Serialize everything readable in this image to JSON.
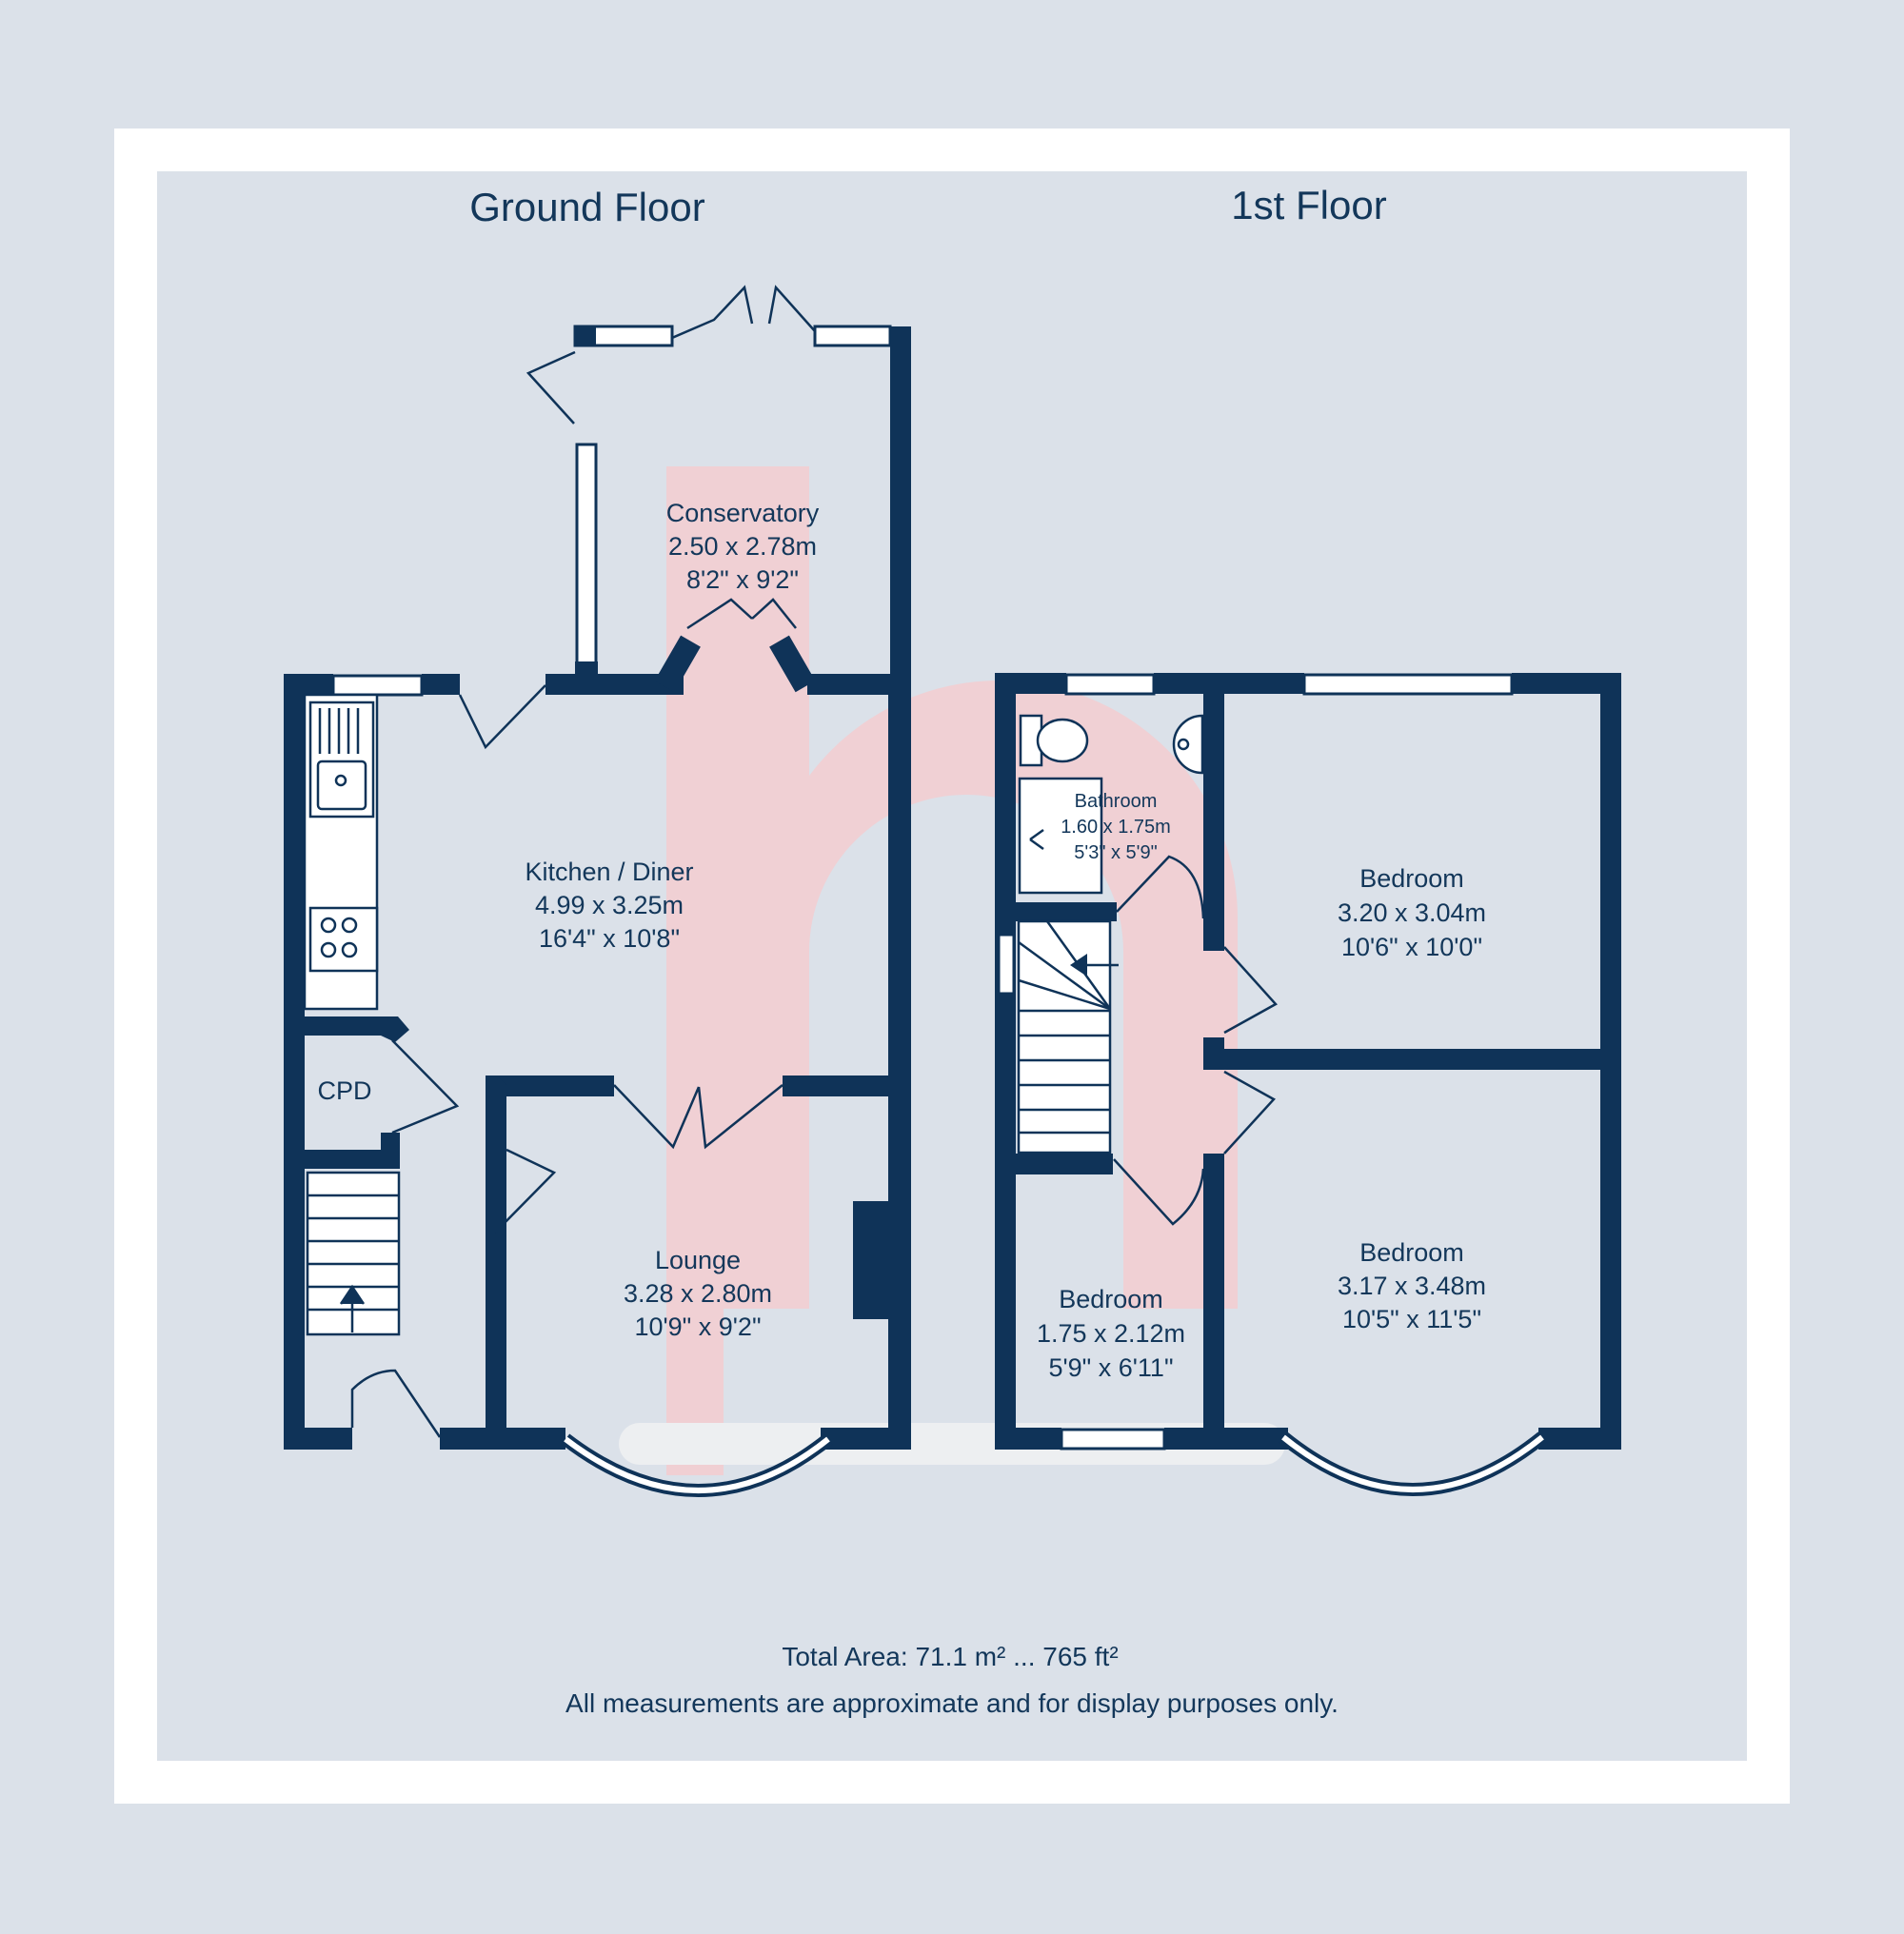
{
  "floors": {
    "ground": {
      "title": "Ground Floor"
    },
    "first": {
      "title": "1st Floor"
    }
  },
  "rooms": {
    "conservatory": {
      "name": "Conservatory",
      "metric": "2.50 x 2.78m",
      "imperial": "8'2\" x 9'2\""
    },
    "kitchen": {
      "name": "Kitchen / Diner",
      "metric": "4.99 x 3.25m",
      "imperial": "16'4\" x 10'8\""
    },
    "cupboard": {
      "name": "CPD"
    },
    "lounge": {
      "name": "Lounge",
      "metric": "3.28 x 2.80m",
      "imperial": "10'9\" x 9'2\""
    },
    "bathroom": {
      "name": "Bathroom",
      "metric": "1.60 x 1.75m",
      "imperial": "5'3\" x 5'9\""
    },
    "bedroom_front_right": {
      "name": "Bedroom",
      "metric": "3.20 x 3.04m",
      "imperial": "10'6\" x 10'0\""
    },
    "bedroom_rear_right": {
      "name": "Bedroom",
      "metric": "3.17 x 3.48m",
      "imperial": "10'5\" x 11'5\""
    },
    "bedroom_small": {
      "name": "Bedroom",
      "metric": "1.75 x 2.12m",
      "imperial": "5'9\" x 6'11\""
    }
  },
  "footer": {
    "total_area": "Total Area: 71.1 m² ... 765 ft²",
    "disclaimer": "All measurements are approximate and for display purposes only."
  },
  "colors": {
    "background": "#dbe1e9",
    "frame": "#ffffff",
    "wall": "#0f3358",
    "text": "#13375a",
    "watermark": "#f7c9cc"
  },
  "watermark": {
    "shape": "letter-h-logo"
  }
}
